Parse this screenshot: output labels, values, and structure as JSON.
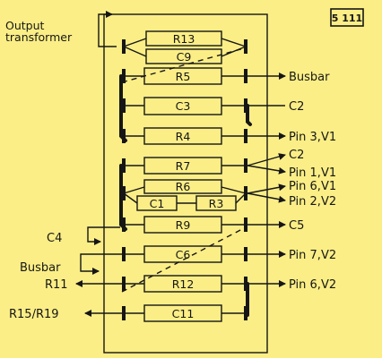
{
  "diagram_code": "5 111",
  "output_transformer": {
    "line1": "Output",
    "line2": "transformer"
  },
  "components": {
    "r13": "R13",
    "c9": "C9",
    "r5": "R5",
    "c3": "C3",
    "r4": "R4",
    "r7": "R7",
    "r6": "R6",
    "c1": "C1",
    "r3": "R3",
    "r9": "R9",
    "c6": "C6",
    "r12": "R12",
    "c11": "C11"
  },
  "right_labels": {
    "busbar": "Busbar",
    "c2_upper": "C2",
    "pin3_v1": "Pin 3,V1",
    "c2_lower": "C2",
    "pin1_v1": "Pin 1,V1",
    "pin6_v1": "Pin 6,V1",
    "pin2_v2": "Pin 2,V2",
    "c5": "C5",
    "pin7_v2": "Pin 7,V2",
    "pin6_v2": "Pin 6,V2"
  },
  "left_labels": {
    "c4": "C4",
    "busbar": "Busbar",
    "r11": "R11",
    "r15_r19": "R15/R19"
  },
  "colors": {
    "background": "#fbee86",
    "ink": "#161616"
  }
}
